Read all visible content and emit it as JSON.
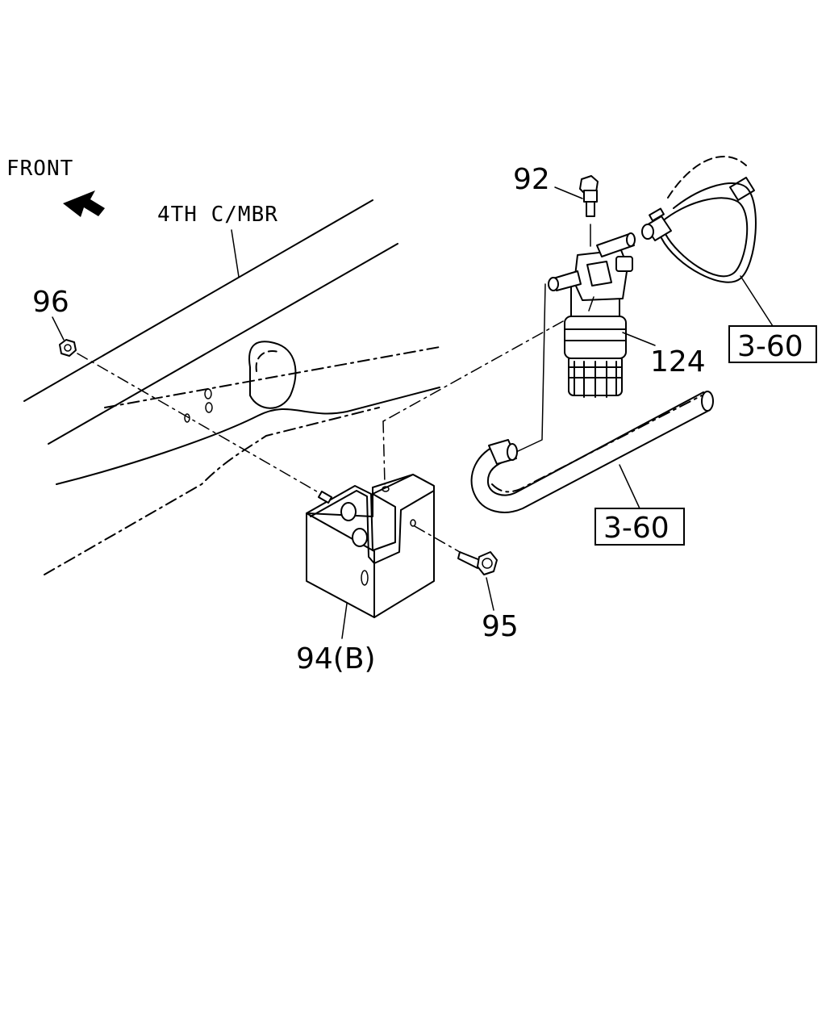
{
  "direction": {
    "label": "FRONT",
    "icon": "arrow-left-icon"
  },
  "frame": {
    "label": "4TH C/MBR"
  },
  "callouts": {
    "nut": "96",
    "bolt_top": "92",
    "filter": "124",
    "bracket": "94(B)",
    "bolt_side": "95"
  },
  "references": {
    "hose_upper": "3-60",
    "hose_lower": "3-60"
  }
}
